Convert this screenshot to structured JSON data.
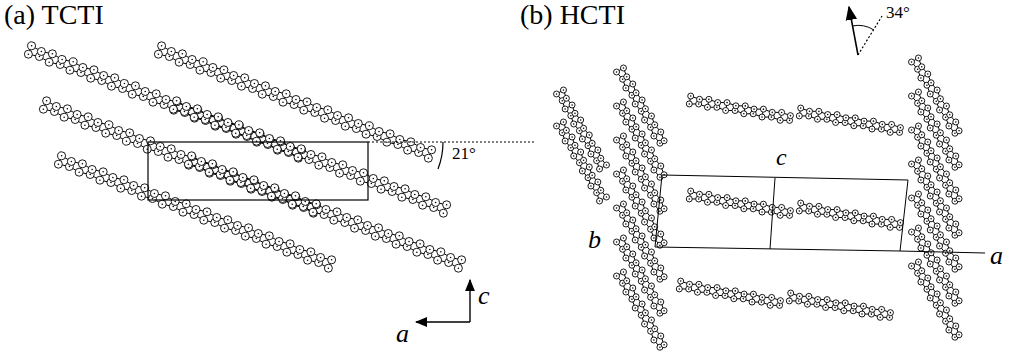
{
  "diagram": {
    "labels": [
      "(a) TCTI",
      "(b) HCTI",
      "21°",
      "c",
      "a",
      "34°",
      "c",
      "b",
      "a"
    ]
  }
}
